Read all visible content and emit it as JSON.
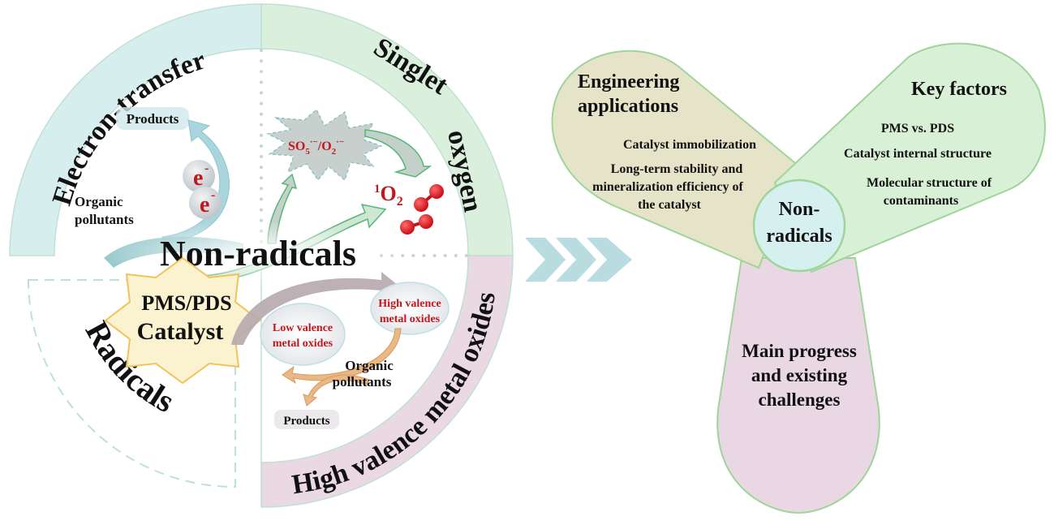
{
  "colors": {
    "electron_ring": "#d6efee",
    "singlet_ring": "#daf0dc",
    "high_valence_ring": "#ead8e3",
    "ring_stroke": "#bfe0d6",
    "catalyst_star": "#fbf3cf",
    "catalyst_star_stroke": "#f2c25a",
    "accent_red": "#c4161c",
    "chevron": "#b8dce0",
    "petal_engineering": "#e6e4c8",
    "petal_key_factors": "#d8f0d5",
    "petal_progress": "#e9d8e3",
    "hub": "#d6f0ef",
    "petal_stroke": "#9fd49a"
  },
  "wheel": {
    "ring_sections": {
      "electron_transfer": "Electron-transfer",
      "singlet_oxygen_word1": "Singlet",
      "singlet_oxygen_word2": "oxygen",
      "high_valence": "High valence metal oxides",
      "radicals": "Radicals"
    },
    "center": {
      "title": "Non-radicals",
      "catalyst_line1": "PMS/PDS",
      "catalyst_line2": "Catalyst"
    },
    "electron_transfer": {
      "products": "Products",
      "electron": "e",
      "electron_charge": "-",
      "organic_line1": "Organic",
      "organic_line2": "pollutants"
    },
    "singlet_oxygen": {
      "intermediate_so5": "SO",
      "intermediate_so5_sub": "5",
      "intermediate_so5_sup": "·−",
      "intermediate_sep": "/O",
      "intermediate_o2_sub": "2",
      "intermediate_o2_sup": "·−",
      "product_sup": "1",
      "product": "O",
      "product_sub": "2"
    },
    "high_valence": {
      "high_line1": "High valence",
      "high_line2": "metal oxides",
      "low_line1": "Low valence",
      "low_line2": "metal oxides",
      "organic_line1": "Organic",
      "organic_line2": "pollutants",
      "products": "Products"
    }
  },
  "flower": {
    "hub_line1": "Non-",
    "hub_line2": "radicals",
    "engineering": {
      "title_line1": "Engineering",
      "title_line2": "applications",
      "items": [
        "Catalyst immobilization",
        "Long-term stability and",
        "mineralization efficiency of",
        "the catalyst"
      ]
    },
    "key_factors": {
      "title": "Key factors",
      "items": [
        "PMS vs. PDS",
        "Catalyst internal structure",
        "Molecular structure of",
        "contaminants"
      ]
    },
    "progress": {
      "line1": "Main progress",
      "line2": "and existing",
      "line3": "challenges"
    }
  }
}
